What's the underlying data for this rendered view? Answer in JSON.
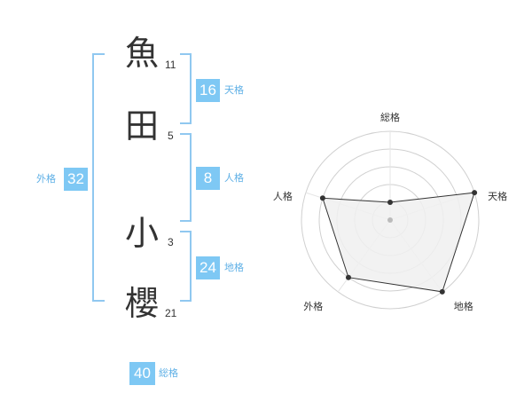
{
  "name": {
    "chars": [
      {
        "char": "魚",
        "strokes": "11"
      },
      {
        "char": "田",
        "strokes": "5"
      },
      {
        "char": "小",
        "strokes": "3"
      },
      {
        "char": "櫻",
        "strokes": "21"
      }
    ]
  },
  "kakusu": {
    "tenkaku": {
      "value": "16",
      "label": "天格"
    },
    "jinkaku": {
      "value": "8",
      "label": "人格"
    },
    "chikaku": {
      "value": "24",
      "label": "地格"
    },
    "gaikaku": {
      "value": "32",
      "label": "外格"
    },
    "soukaku": {
      "value": "40",
      "label": "総格"
    }
  },
  "colors": {
    "accent": "#7ec8f4",
    "bracket": "#90c8f0",
    "label": "#5fb0e6",
    "radar_fill": "#f0f0f0",
    "radar_line": "#333333"
  },
  "chart_data": {
    "type": "radar",
    "axes": [
      "総格",
      "天格",
      "地格",
      "外格",
      "人格"
    ],
    "values": [
      1,
      5,
      5,
      4,
      4
    ],
    "rmax": 5,
    "rings": 5,
    "grid": true
  }
}
